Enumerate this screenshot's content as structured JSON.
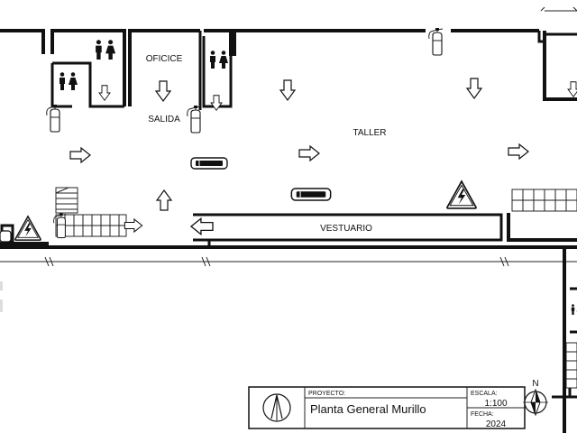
{
  "rooms": {
    "oficice": "OFICICE",
    "salida": "SALIDA",
    "taller": "TALLER",
    "vestuario": "VESTUARIO"
  },
  "title_block": {
    "proyecto_label": "PROYECTO:",
    "proyecto_value": "Planta General Murillo",
    "escala_label": "ESCALA:",
    "escala_value": "1:100",
    "fecha_label": "FECHA:",
    "fecha_value": "2024"
  },
  "north_label": "N",
  "icons": {
    "extinguisher": "fire-extinguisher-icon",
    "restroom": "restroom-icon",
    "electrical": "electrical-hazard-icon",
    "exit_arrow": "evacuation-arrow-icon",
    "light": "emergency-light-icon",
    "compass": "north-compass-icon"
  }
}
